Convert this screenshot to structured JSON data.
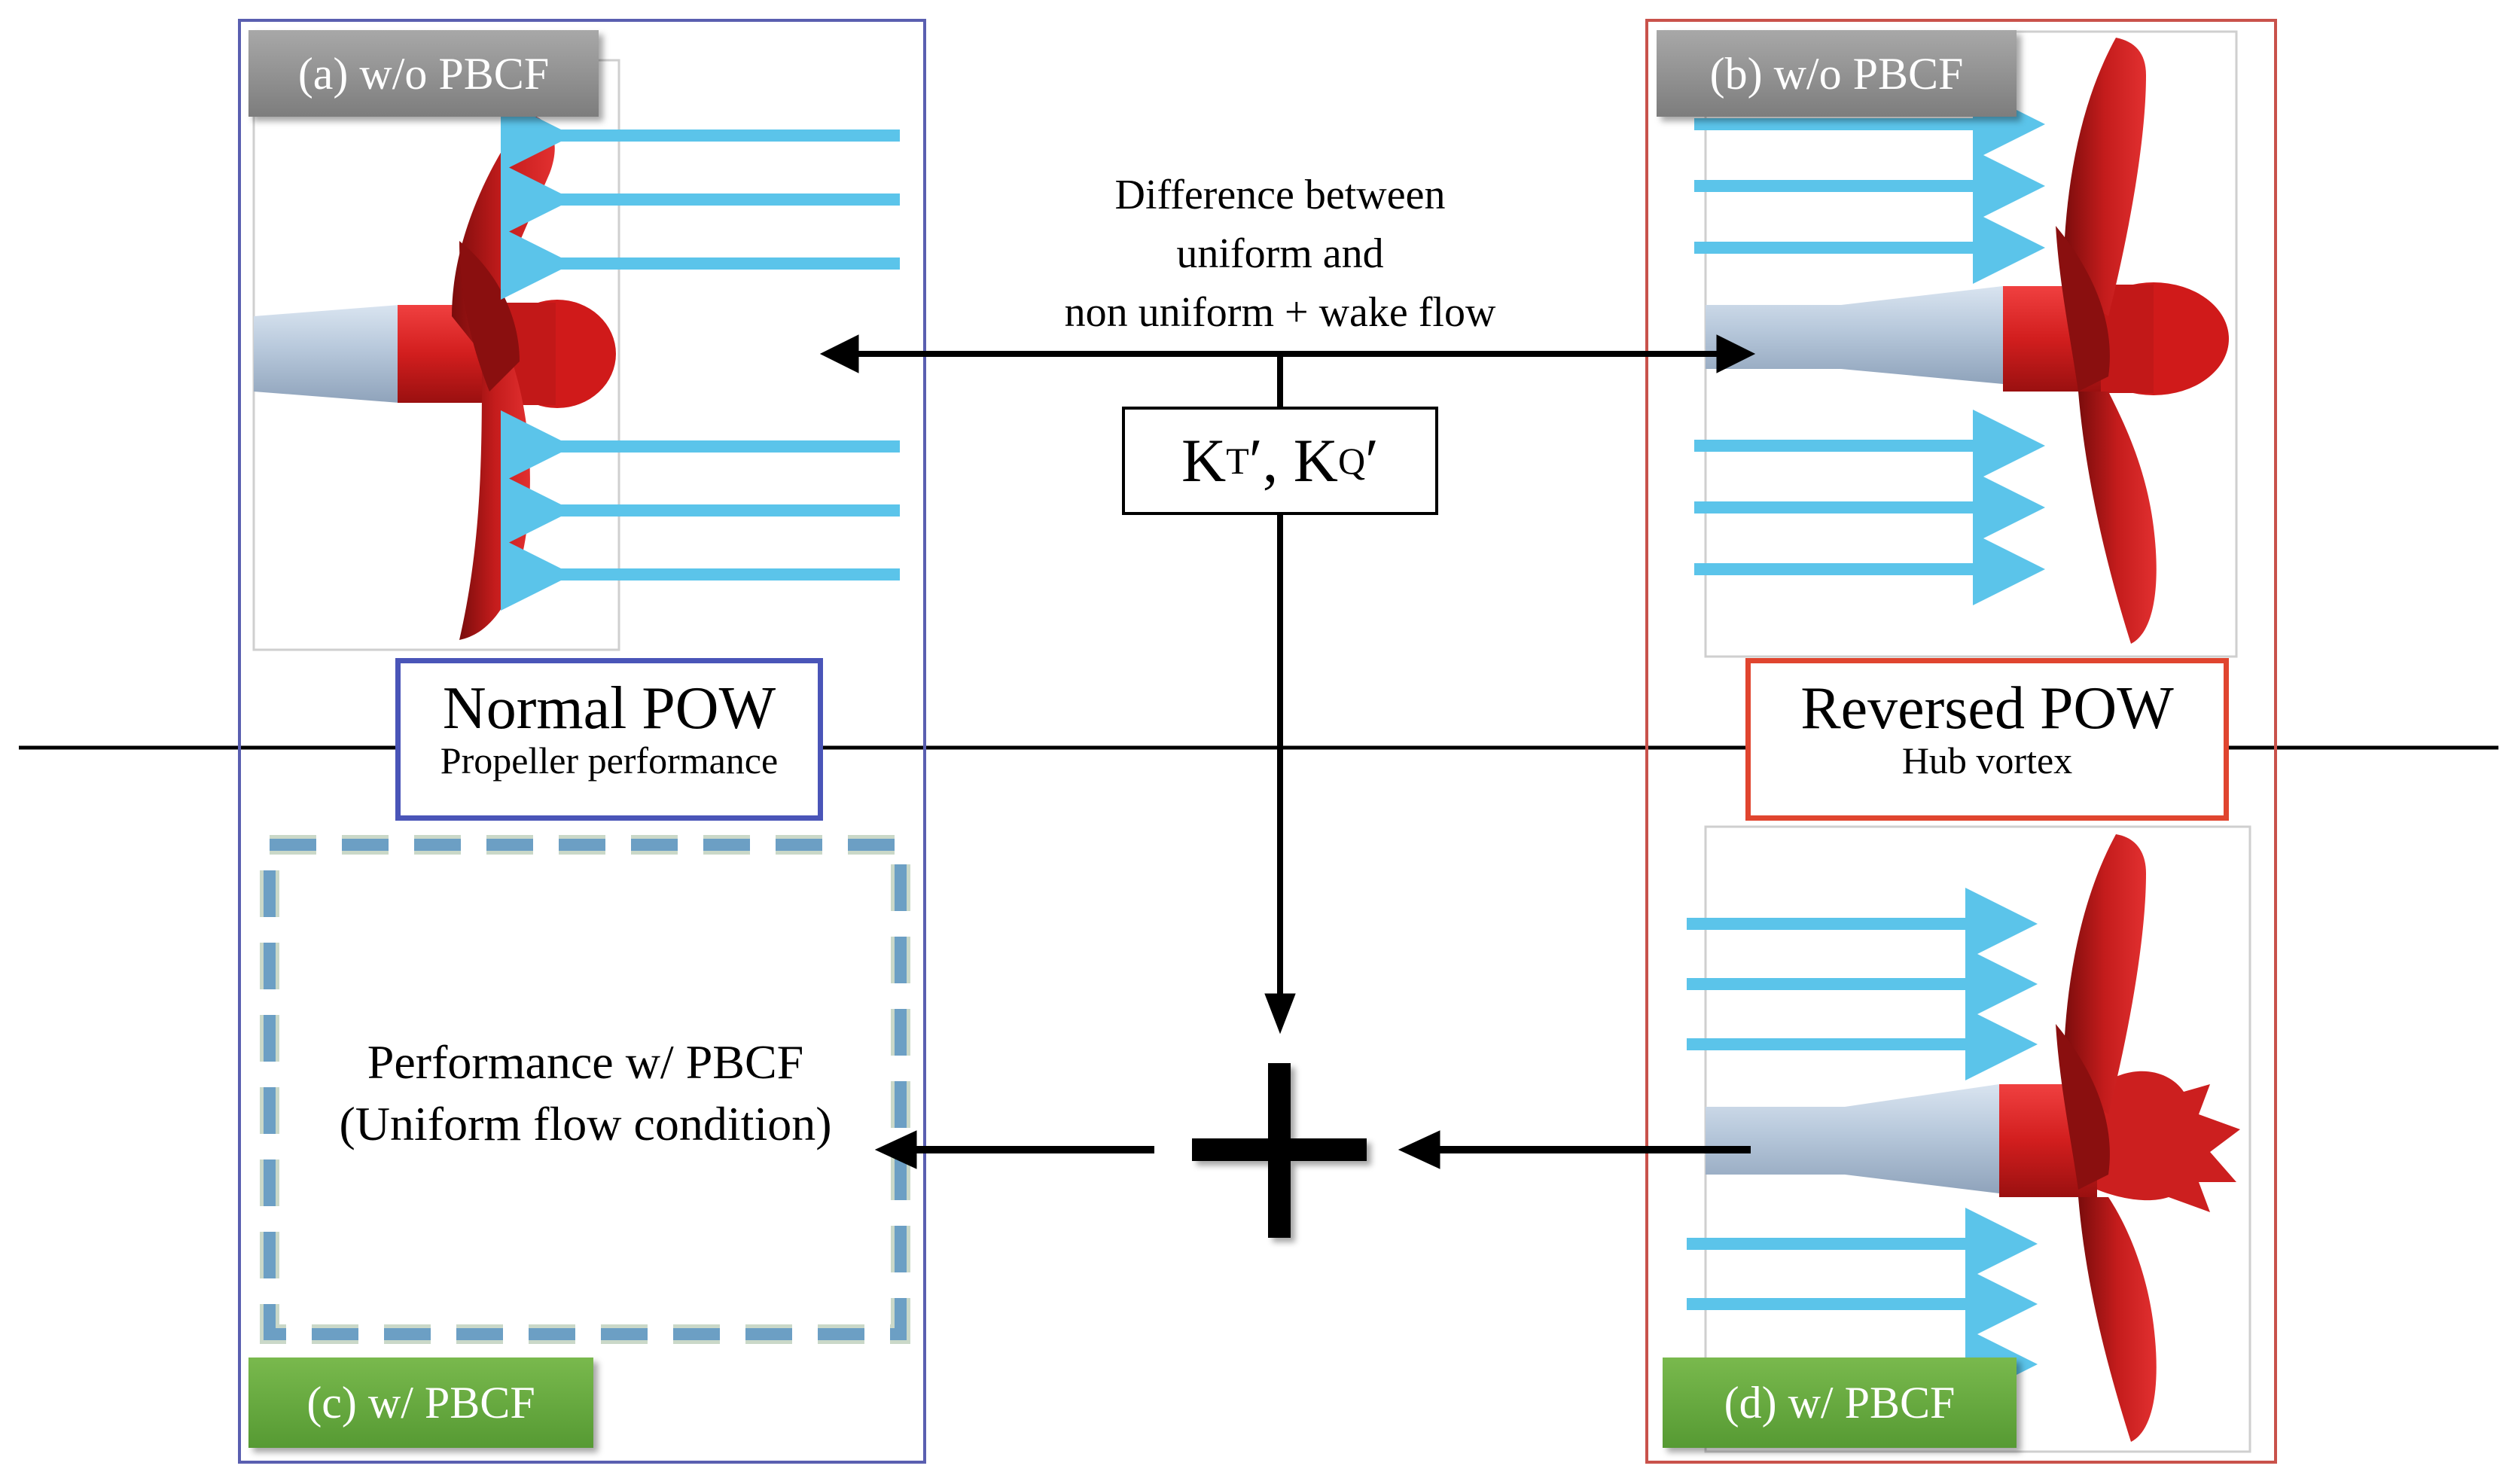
{
  "panels": {
    "a": {
      "label": "(a) w/o PBCF"
    },
    "b": {
      "label": "(b) w/o PBCF"
    },
    "c": {
      "label": "(c) w/ PBCF"
    },
    "d": {
      "label": "(d) w/ PBCF"
    }
  },
  "center": {
    "difference_line1": "Difference between",
    "difference_line2": "uniform and",
    "difference_line3": "non uniform + wake flow",
    "coefficient_kt": "K",
    "coefficient_kt_sub": "T",
    "coefficient_sep": "′, K",
    "coefficient_kq_sub": "Q",
    "coefficient_end": "′"
  },
  "normal_pow": {
    "title": "Normal POW",
    "subtitle": "Propeller performance"
  },
  "reversed_pow": {
    "title": "Reversed POW",
    "subtitle": "Hub vortex"
  },
  "result": {
    "line1": "Performance  w/  PBCF",
    "line2": "(Uniform  flow  condition)"
  },
  "colors": {
    "normal_frame": "#5a5fb0",
    "reversed_frame": "#c9524b",
    "flow_arrow": "#5bc4ea",
    "propeller": "#cc1f1f",
    "shaft": "#b3c4d8",
    "dashed_box": "#6c9fc4"
  }
}
